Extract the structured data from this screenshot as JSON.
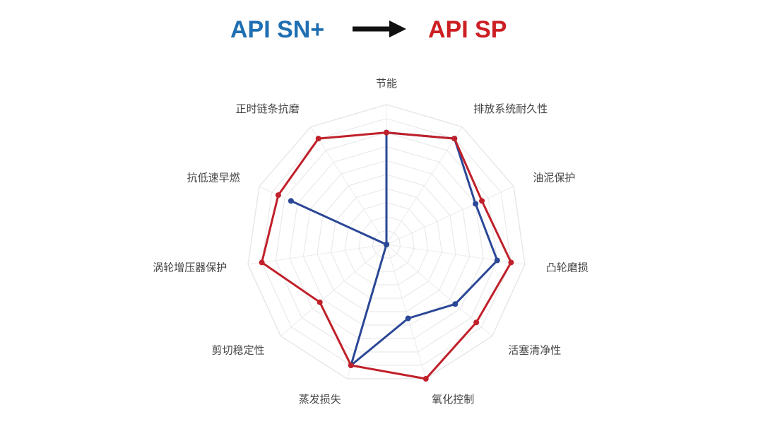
{
  "header": {
    "left_label": "API SN+",
    "right_label": "API SP",
    "left_color": "#1f6fb2",
    "right_color": "#cc1f24",
    "arrow_color": "#111111"
  },
  "chart_data": {
    "type": "radar",
    "axes": [
      "节能",
      "排放系统耐久性",
      "油泥保护",
      "凸轮磨损",
      "活塞清净性",
      "氧化控制",
      "蒸发损失",
      "剪切稳定性",
      "涡轮增压器保护",
      "抗低速早燃",
      "正时链条抗磨"
    ],
    "rlim": [
      0,
      10
    ],
    "grid": true,
    "series": [
      {
        "name": "API SN+",
        "color": "#2b4796",
        "values": [
          8,
          9,
          7,
          8,
          6.5,
          5.5,
          9,
          0,
          0,
          7.5,
          0
        ]
      },
      {
        "name": "API SP",
        "color": "#c0202a",
        "values": [
          8,
          9,
          7.5,
          9,
          8.5,
          10,
          9,
          6.3,
          9,
          8.5,
          9
        ]
      }
    ]
  }
}
